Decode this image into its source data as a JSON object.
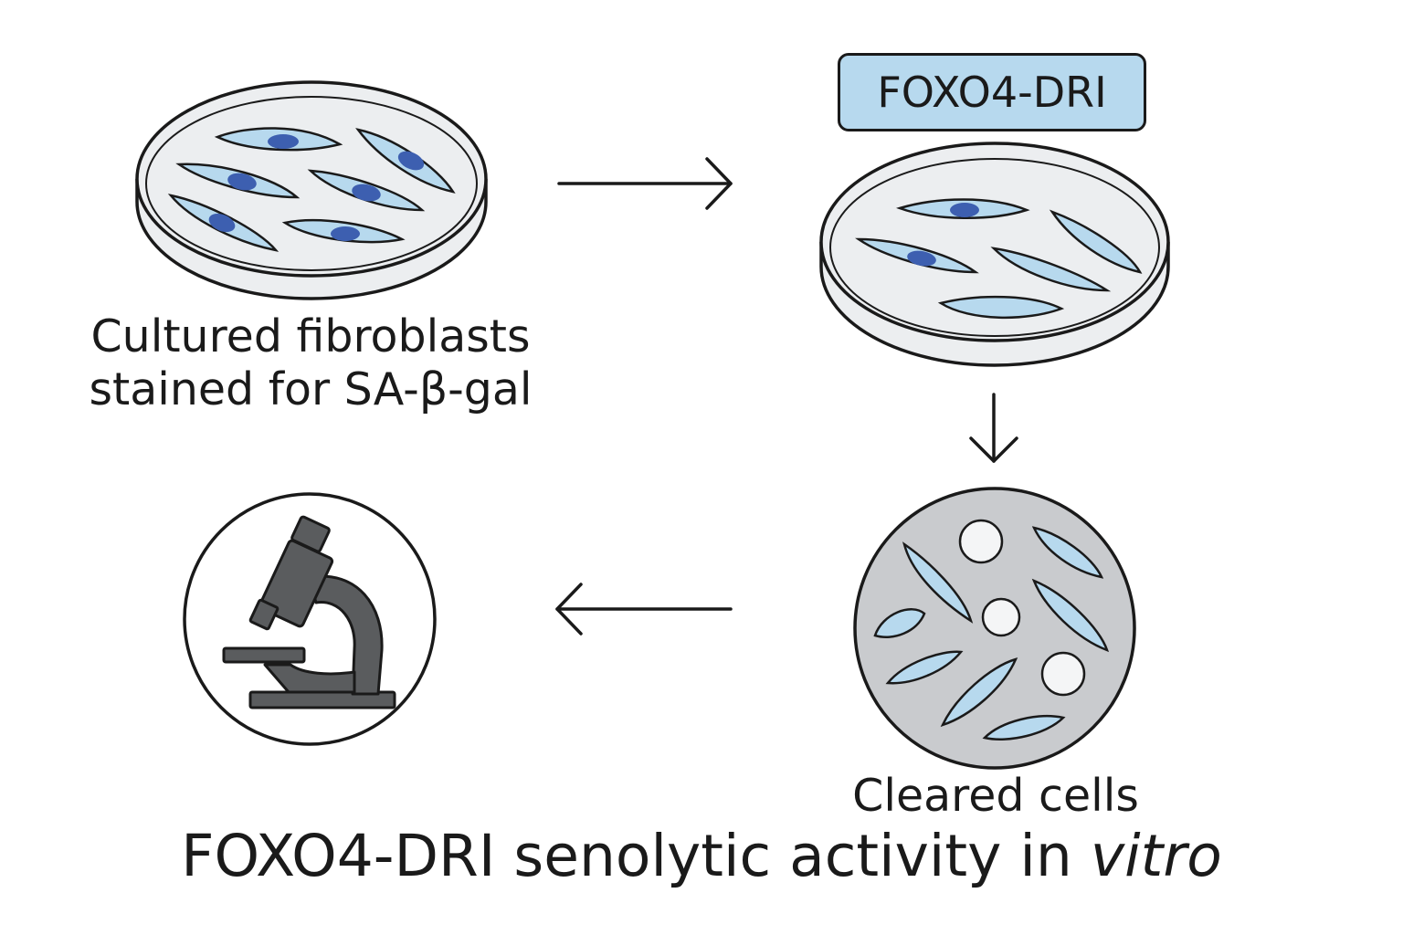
{
  "title": {
    "text": "FOXO4-DRI senolytic activity in ",
    "italic_text": "vitro"
  },
  "step1": {
    "label_line1": "Cultured fibroblasts",
    "label_line2": "stained for SA-β-gal"
  },
  "step2": {
    "tag": "FOXO4-DRI"
  },
  "step3": {
    "label": "Cleared cells"
  },
  "colors": {
    "outline": "#1a1a1a",
    "dish_fill": "#eceef0",
    "cell_fill": "#b7d9ee",
    "nucleus": "#3d5fb0",
    "cleared_bg": "#c9cbce",
    "microscope": "#5a5c5e"
  },
  "icons": {
    "step4": "microscope-icon"
  }
}
